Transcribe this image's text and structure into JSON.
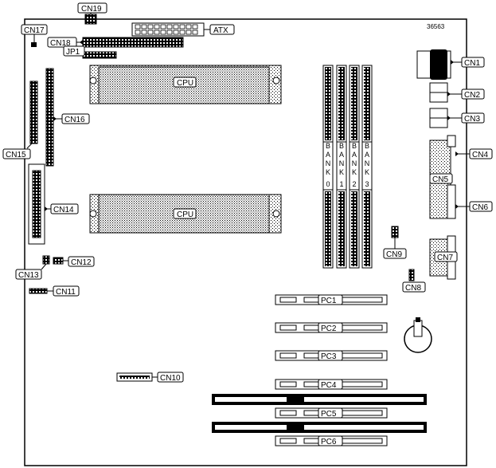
{
  "diagram_code": "36563",
  "connectors": {
    "atx": "ATX",
    "cn1": "CN1",
    "cn2": "CN2",
    "cn3": "CN3",
    "cn4": "CN4",
    "cn5": "CN5",
    "cn6": "CN6",
    "cn7": "CN7",
    "cn8": "CN8",
    "cn9": "CN9",
    "cn10": "CN10",
    "cn11": "CN11",
    "cn12": "CN12",
    "cn13": "CN13",
    "cn14": "CN14",
    "cn15": "CN15",
    "cn16": "CN16",
    "cn17": "CN17",
    "cn18": "CN18",
    "cn19": "CN19",
    "jp1": "JP1"
  },
  "cpu_slots": [
    "CPU",
    "CPU"
  ],
  "memory_banks": [
    "BANK0",
    "BANK1",
    "BANK2",
    "BANK3"
  ],
  "pci_slots": [
    "PC1",
    "PC2",
    "PC3",
    "PC4",
    "PC5",
    "PC6"
  ]
}
